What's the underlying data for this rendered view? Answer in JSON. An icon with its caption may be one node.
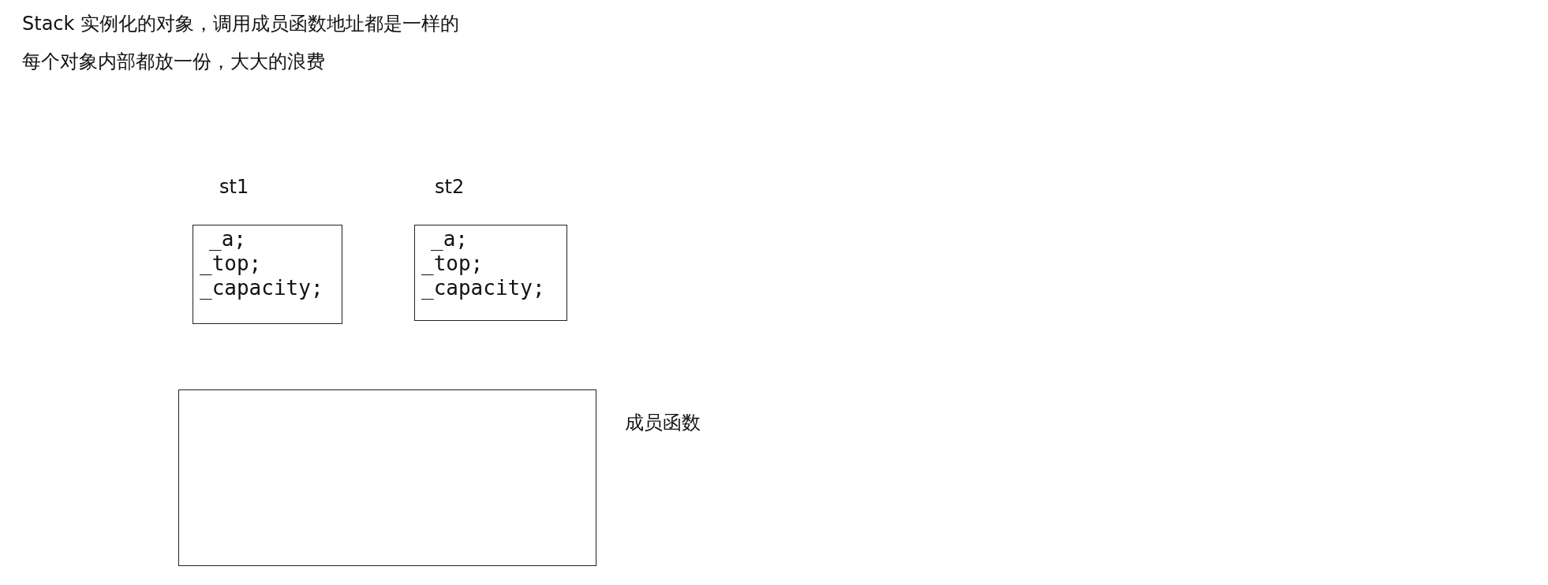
{
  "diagram": {
    "nodes": [
      {
        "text": [
          "st1",
          "_a;",
          "_top;",
          "_capacity;"
        ]
      },
      {
        "text": [
          "st2",
          "_a;",
          "_top;",
          "_capacity;"
        ]
      },
      {
        "text": [],
        "shape": "box",
        "beside": [
          "成员函数"
        ]
      }
    ],
    "labels": [
      "Stack 实例化的对象，调用成员函数地址都是一样的",
      "每个对象内部都放一份，大大的浪费"
    ]
  }
}
